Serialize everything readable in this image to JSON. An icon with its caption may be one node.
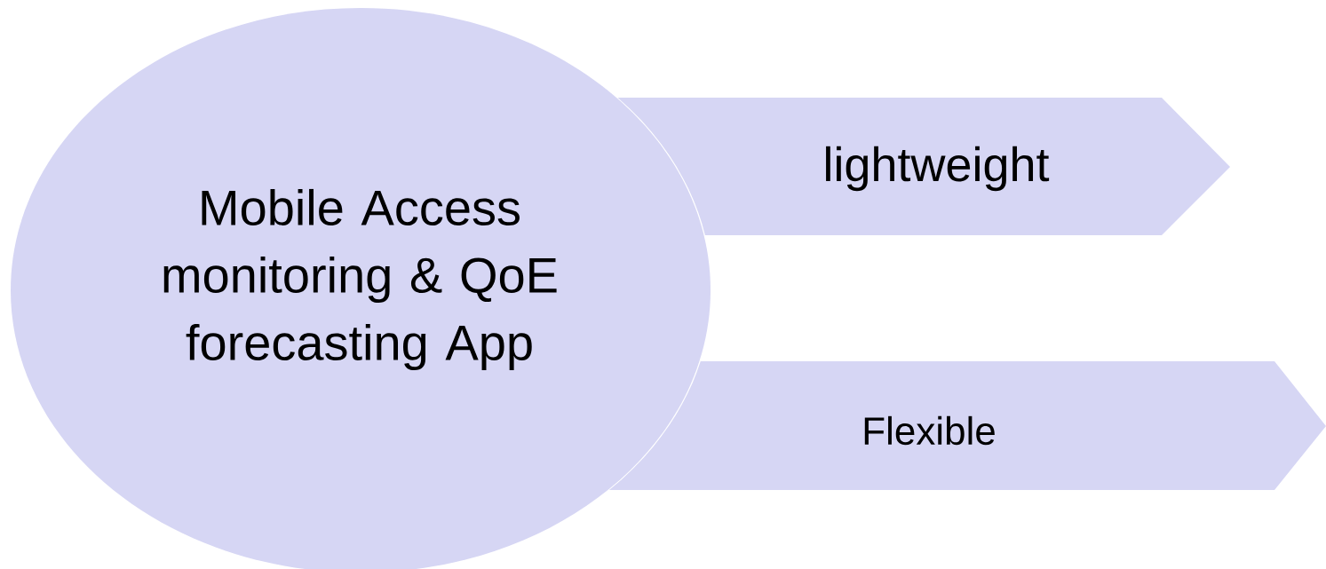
{
  "diagram": {
    "nodes": [
      {
        "text": [
          "Mobile Access monitoring & QoE forecasting App"
        ]
      },
      {
        "text": [
          "lightweight"
        ]
      },
      {
        "text": [
          "Flexible"
        ]
      }
    ]
  }
}
